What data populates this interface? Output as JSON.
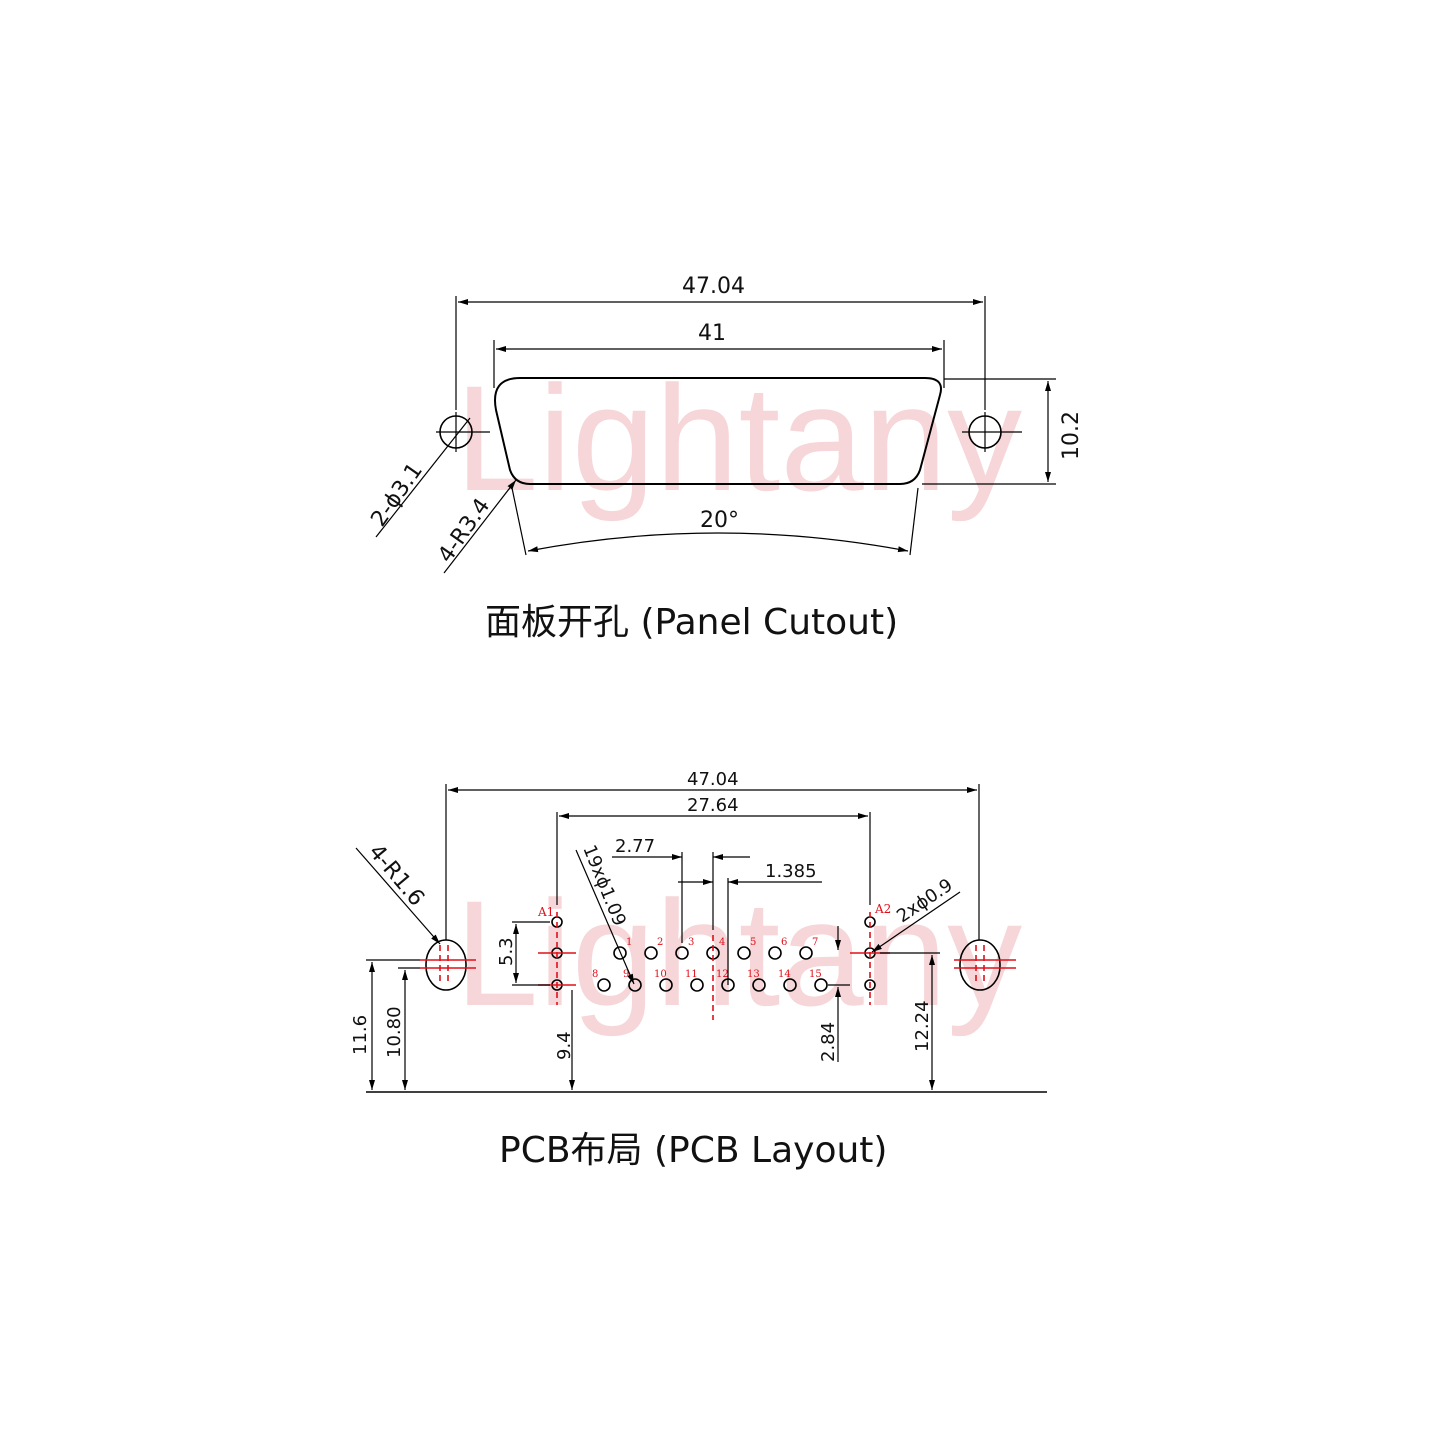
{
  "watermark": "Lightany",
  "panel_cutout": {
    "caption": "面板开孔 (Panel Cutout)",
    "dim_overall": "47.04",
    "dim_inner": "41",
    "dim_height": "10.2",
    "dim_holes": "2-ϕ3.1",
    "dim_radius": "4-R3.4",
    "dim_angle": "20°"
  },
  "pcb_layout": {
    "caption": "PCB布局 (PCB Layout)",
    "dim_overall": "47.04",
    "dim_inner": "27.64",
    "dim_pitch": "2.77",
    "dim_half_pitch": "1.385",
    "dim_pin_holes": "19xϕ1.09",
    "dim_small_holes": "2xϕ0.9",
    "dim_radius": "4-R1.6",
    "dim_row_spacing": "5.3",
    "dim_h1": "11.6",
    "dim_h2": "10.80",
    "dim_h3": "9.4",
    "dim_h4": "2.84",
    "dim_h5": "12.24",
    "ref_a1": "A1",
    "ref_a2": "A2",
    "pins_top": [
      "1",
      "2",
      "3",
      "4",
      "5",
      "6",
      "7"
    ],
    "pins_bottom": [
      "8",
      "9",
      "10",
      "11",
      "12",
      "13",
      "14",
      "15"
    ]
  },
  "colors": {
    "line": "#000000",
    "centerline": "#e0101a",
    "watermark": "#f4c9cb"
  }
}
